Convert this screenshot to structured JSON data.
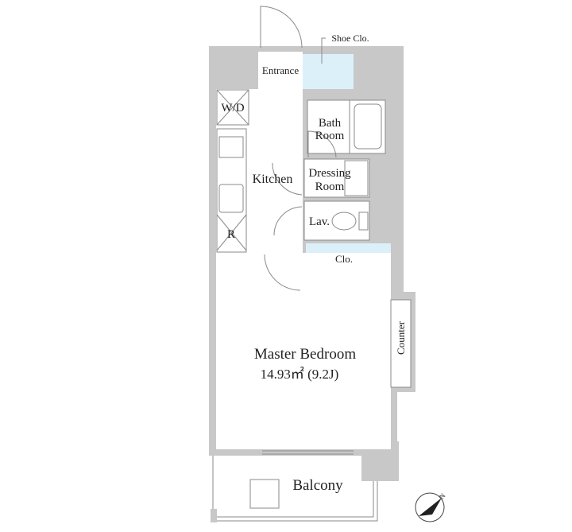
{
  "title": "Floor plan",
  "rooms": {
    "shoe_closet": "Shoe Clo.",
    "entrance": "Entrance",
    "washer_dryer": "W/D",
    "bath_line1": "Bath",
    "bath_line2": "Room",
    "kitchen": "Kitchen",
    "dressing_line1": "Dressing",
    "dressing_line2": "Room",
    "lavatory": "Lav.",
    "refrigerator": "R",
    "closet": "Clo.",
    "counter": "Counter",
    "master_bedroom": "Master Bedroom",
    "master_bedroom_area": "14.93㎡ (9.2J)",
    "balcony": "Balcony"
  },
  "compass": {
    "label": "N"
  },
  "colors": {
    "wall": "#c8c8c8",
    "storage": "#dcf0fa",
    "line": "#8a8a8a"
  }
}
